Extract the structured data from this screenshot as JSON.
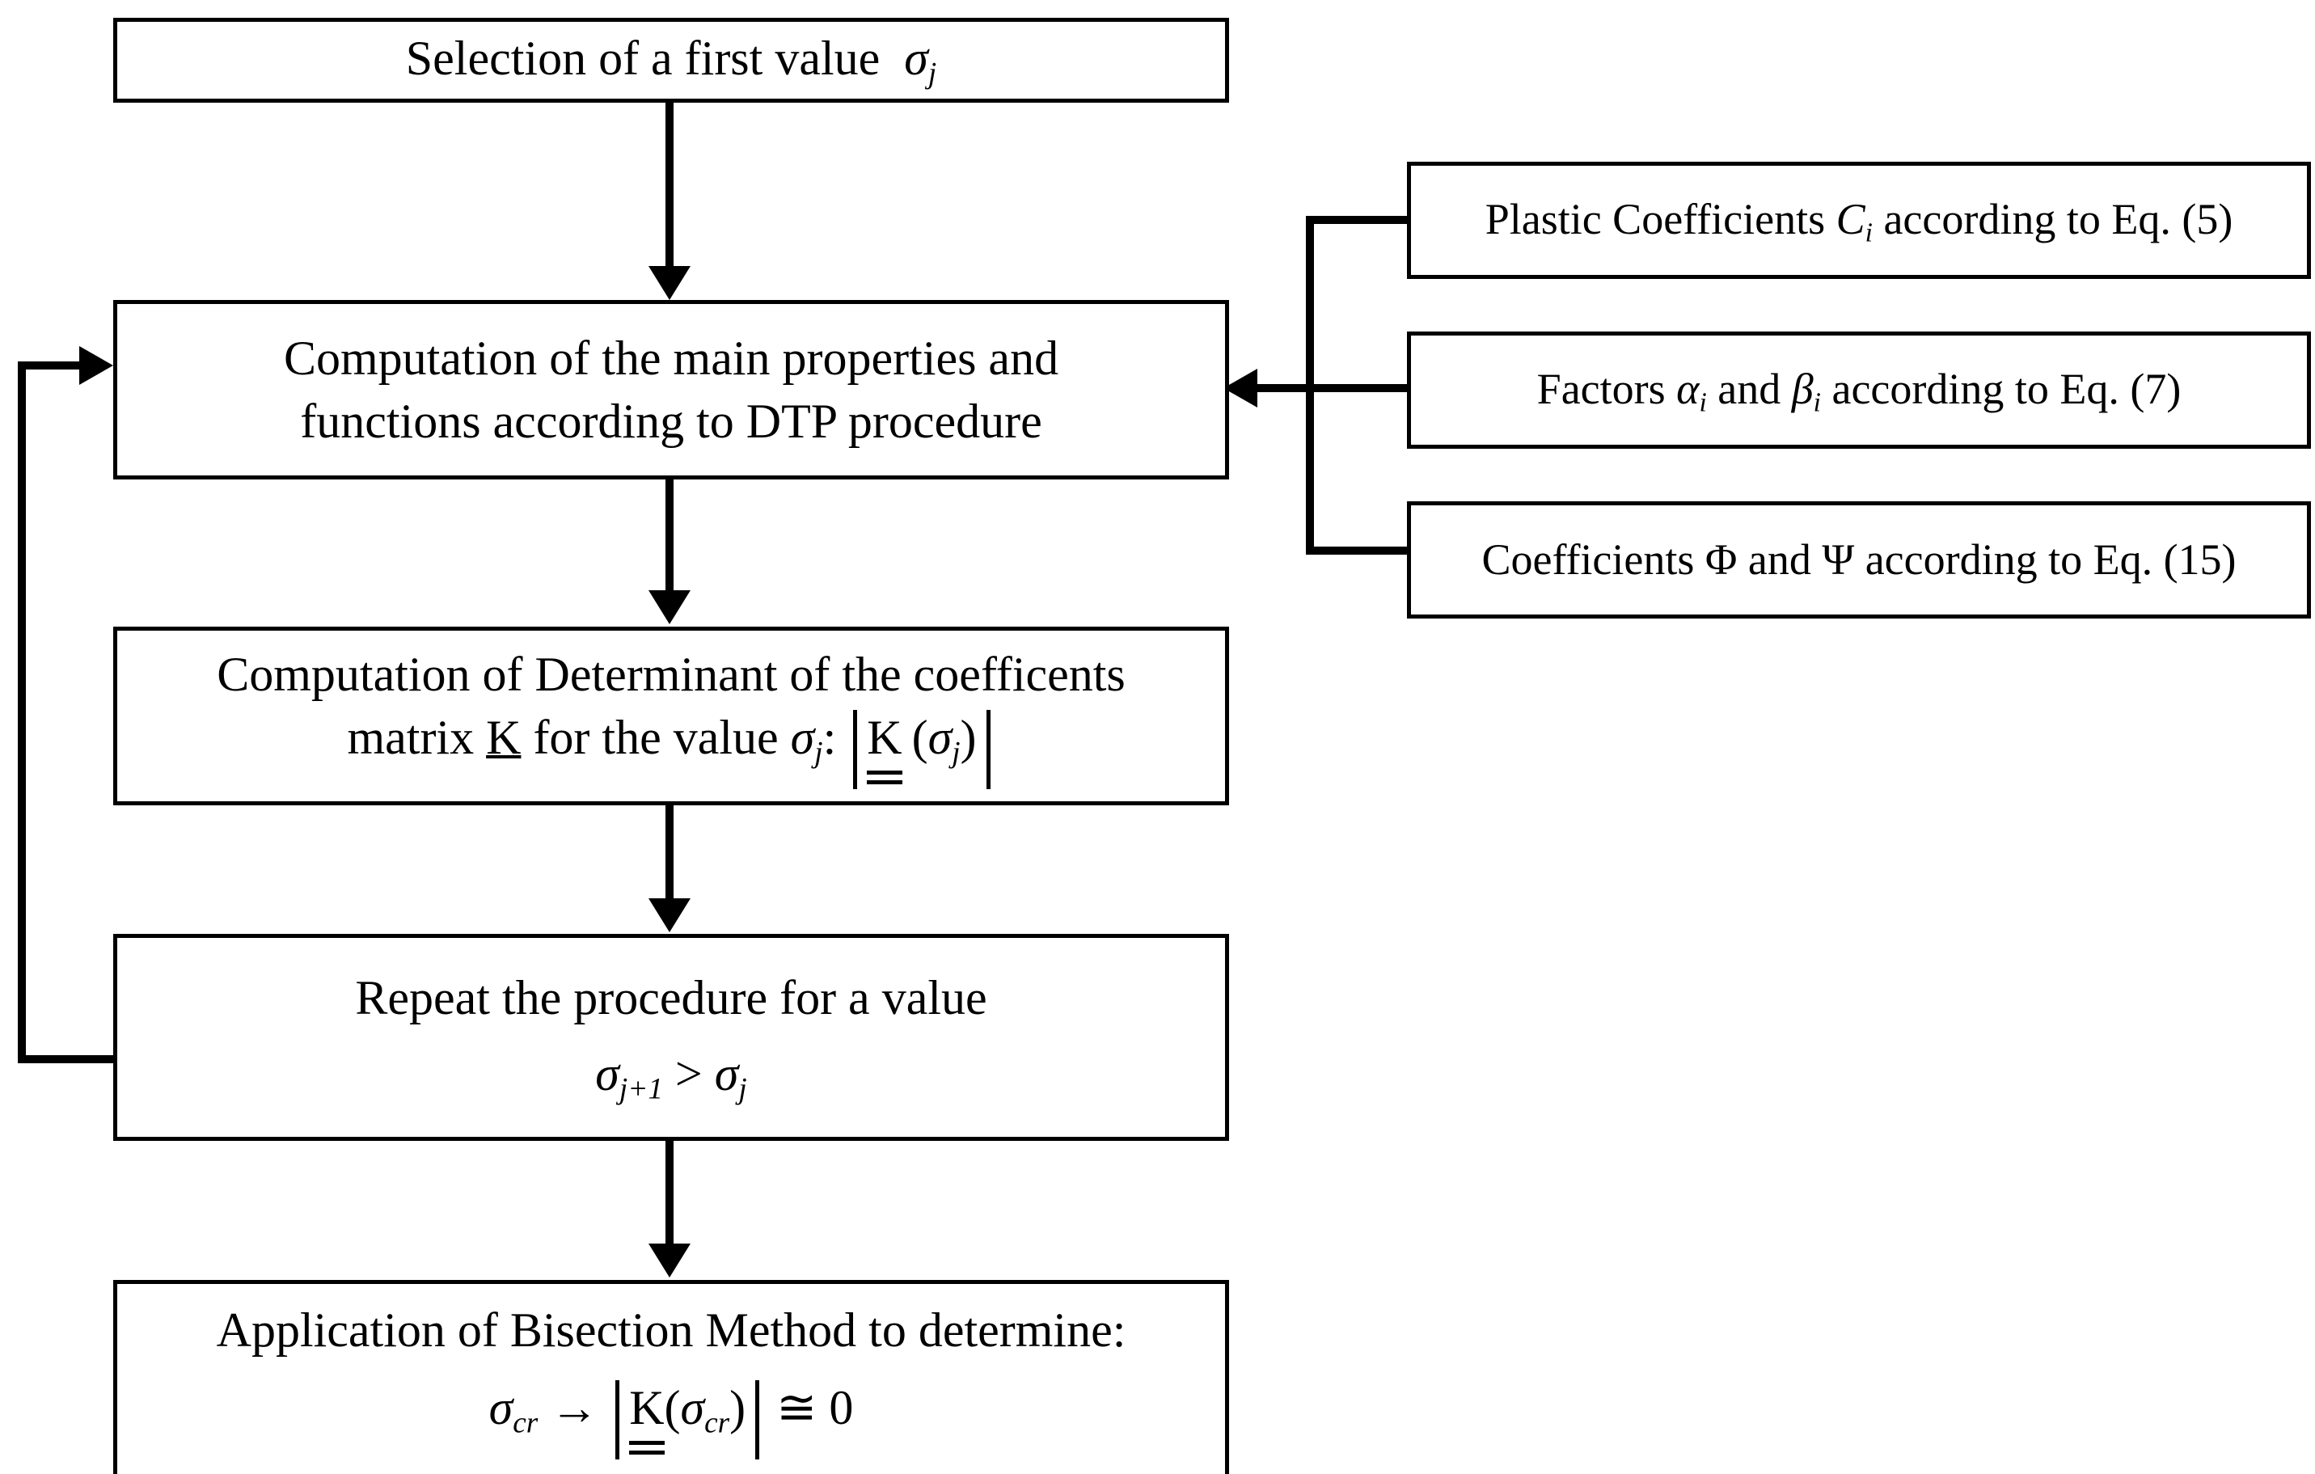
{
  "diagram": {
    "title": "DTP buckling computation flowchart",
    "background_color": "#ffffff",
    "line_color": "#000000"
  },
  "main_flow": {
    "nodes": [
      {
        "id": "select-first-value",
        "lines": [
          "Selection of a first value  σj"
        ],
        "plain_text": "Selection of a first value σj"
      },
      {
        "id": "compute-main-properties",
        "lines": [
          "Computation of the main properties and",
          "functions according to DTP procedure"
        ],
        "plain_text": "Computation of the main properties and functions according to DTP procedure"
      },
      {
        "id": "compute-determinant",
        "lines": [
          "Computation of Determinant of the coefficents",
          "matrix K for the value σj: |K (σj)|"
        ],
        "plain_text": "Computation of Determinant of the coefficents matrix K for the value σj: |K(σj)|"
      },
      {
        "id": "repeat-procedure",
        "lines": [
          "Repeat the procedure for a value",
          "σj+1 > σj"
        ],
        "plain_text": "Repeat the procedure for a value σj+1 > σj"
      },
      {
        "id": "bisection-method",
        "lines": [
          "Application of Bisection Method to determine:",
          "σcr → |K(σcr)| ≅ 0"
        ],
        "plain_text": "Application of Bisection Method to determine: σcr → |K(σcr)| ≅ 0"
      }
    ],
    "node_text": {
      "n1_prefix": "Selection of a first value",
      "n1_sigma": "σ",
      "n1_sub": "j",
      "n2_line1": "Computation of the main properties and",
      "n2_line2": "functions according to DTP procedure",
      "n3_line1": "Computation of Determinant of the coefficents",
      "n3_pre": "matrix",
      "n3_K": "K",
      "n3_mid": "for the value",
      "n3_sigma": "σ",
      "n3_sub": "j",
      "n3_colon": ":",
      "n3_detK": "K",
      "n3_paren_open": "(",
      "n3_paren_close": ")",
      "n4_line1": "Repeat the procedure for a value",
      "n4_sigma1": "σ",
      "n4_sub1": "j+1",
      "n4_gt": ">",
      "n4_sigma2": "σ",
      "n4_sub2": "j",
      "n5_line1": "Application of Bisection Method to determine:",
      "n5_sigma": "σ",
      "n5_sub": "cr",
      "n5_arrow": "→",
      "n5_detK": "K",
      "n5_paren_open": "(",
      "n5_paren_close": ")",
      "n5_sigma2": "σ",
      "n5_sub2": "cr",
      "n5_approx": "≅",
      "n5_zero": "0"
    }
  },
  "side_inputs": {
    "nodes": [
      {
        "id": "plastic-coefficients",
        "plain_text": "Plastic Coefficients Ci according to Eq. (5)",
        "prefix": "Plastic Coefficients",
        "symbol": "C",
        "symbol_sub": "i",
        "suffix": "according to Eq. (5)"
      },
      {
        "id": "factors-alpha-beta",
        "plain_text": "Factors αi and βi according to Eq. (7)",
        "prefix": "Factors",
        "symbol": "α",
        "symbol_sub": "i",
        "conjunction": "and",
        "symbol2": "β",
        "symbol2_sub": "i",
        "suffix": "according to Eq. (7)"
      },
      {
        "id": "coefficients-phi-psi",
        "plain_text": "Coefficients Φ and Ψ according to Eq. (15)",
        "prefix": "Coefficients",
        "symbol": "Φ",
        "conjunction": "and",
        "symbol2": "Ψ",
        "suffix": "according to Eq. (15)"
      }
    ]
  },
  "connectors": [
    {
      "id": "arrow-n1-to-n2",
      "from": "select-first-value",
      "to": "compute-main-properties",
      "type": "straight-down"
    },
    {
      "id": "arrow-n2-to-n3",
      "from": "compute-main-properties",
      "to": "compute-determinant",
      "type": "straight-down"
    },
    {
      "id": "arrow-n3-to-n4",
      "from": "compute-determinant",
      "to": "repeat-procedure",
      "type": "straight-down"
    },
    {
      "id": "arrow-n4-to-n5",
      "from": "repeat-procedure",
      "to": "bisection-method",
      "type": "straight-down"
    },
    {
      "id": "feedback-loop-n4-to-n2",
      "from": "repeat-procedure",
      "to": "compute-main-properties",
      "type": "left-elbow-loop"
    },
    {
      "id": "side-bus-to-n2",
      "from": "side-inputs",
      "to": "compute-main-properties",
      "type": "right-bus-arrow"
    }
  ]
}
